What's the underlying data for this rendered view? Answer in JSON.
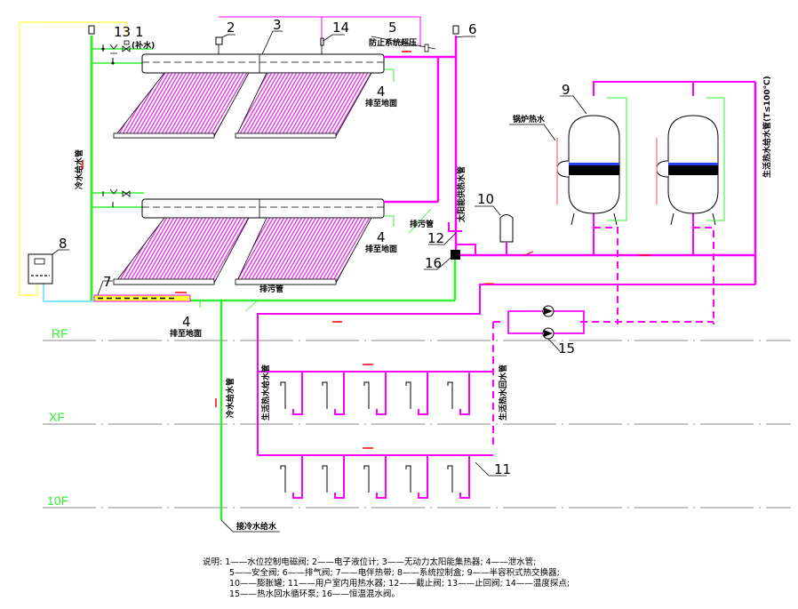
{
  "colors": {
    "hot_water": "#ff00ff",
    "cold_water": "#33ee33",
    "control_wire": "#ffff33",
    "sensor_wire": "#33ddff",
    "flow_arrow": "#ff0000",
    "floor_line": "#888888",
    "collector_tubes": "#dd33dd"
  },
  "floors": [
    {
      "label": "RF"
    },
    {
      "label": "XF"
    },
    {
      "label": "10F"
    }
  ],
  "callouts": {
    "n1": "1",
    "n2": "2",
    "n3": "3",
    "n4a": "4",
    "n4b": "4",
    "n4c": "4",
    "n5": "5",
    "n6": "6",
    "n7": "7",
    "n8": "8",
    "n9": "9",
    "n10": "10",
    "n11": "11",
    "n12": "12",
    "n13": "13",
    "n14": "14",
    "n15": "15",
    "n16": "16"
  },
  "annotations": {
    "makeup_water": "(补水)",
    "anti_overpressure": "防止系统超压",
    "drain_to_ground": "排至地面",
    "sewage_pipe": "排污管",
    "boiler_hot_water": "锅炉热水",
    "cold_supply_pipe": "冷水给水管",
    "solar_heat_supply": "太阳能供热水管",
    "domestic_hot_supply": "生活热水给水管",
    "domestic_hot_return": "生活热水回水管",
    "domestic_hot_main": "生活热水给水管(T≤100℃)",
    "connect_cold_supply": "接冷水给水"
  },
  "legend": {
    "title": "说明:",
    "items": [
      "1——水位控制电磁阀;",
      "2——电子液位计;",
      "3——无动力太阳能集热器;",
      "4——泄水管;",
      "5——安全阀;",
      "6——排气阀;",
      "7——电伴热带;",
      "8——系统控制盒;",
      "9——半容积式热交换器;",
      "10——膨胀罐;",
      "11——用户室内用热水器;",
      "12——截止阀;",
      "13——止回阀;",
      "14——温度探点;",
      "15——热水回水循环泵;",
      "16——恒温混水阀。"
    ]
  }
}
